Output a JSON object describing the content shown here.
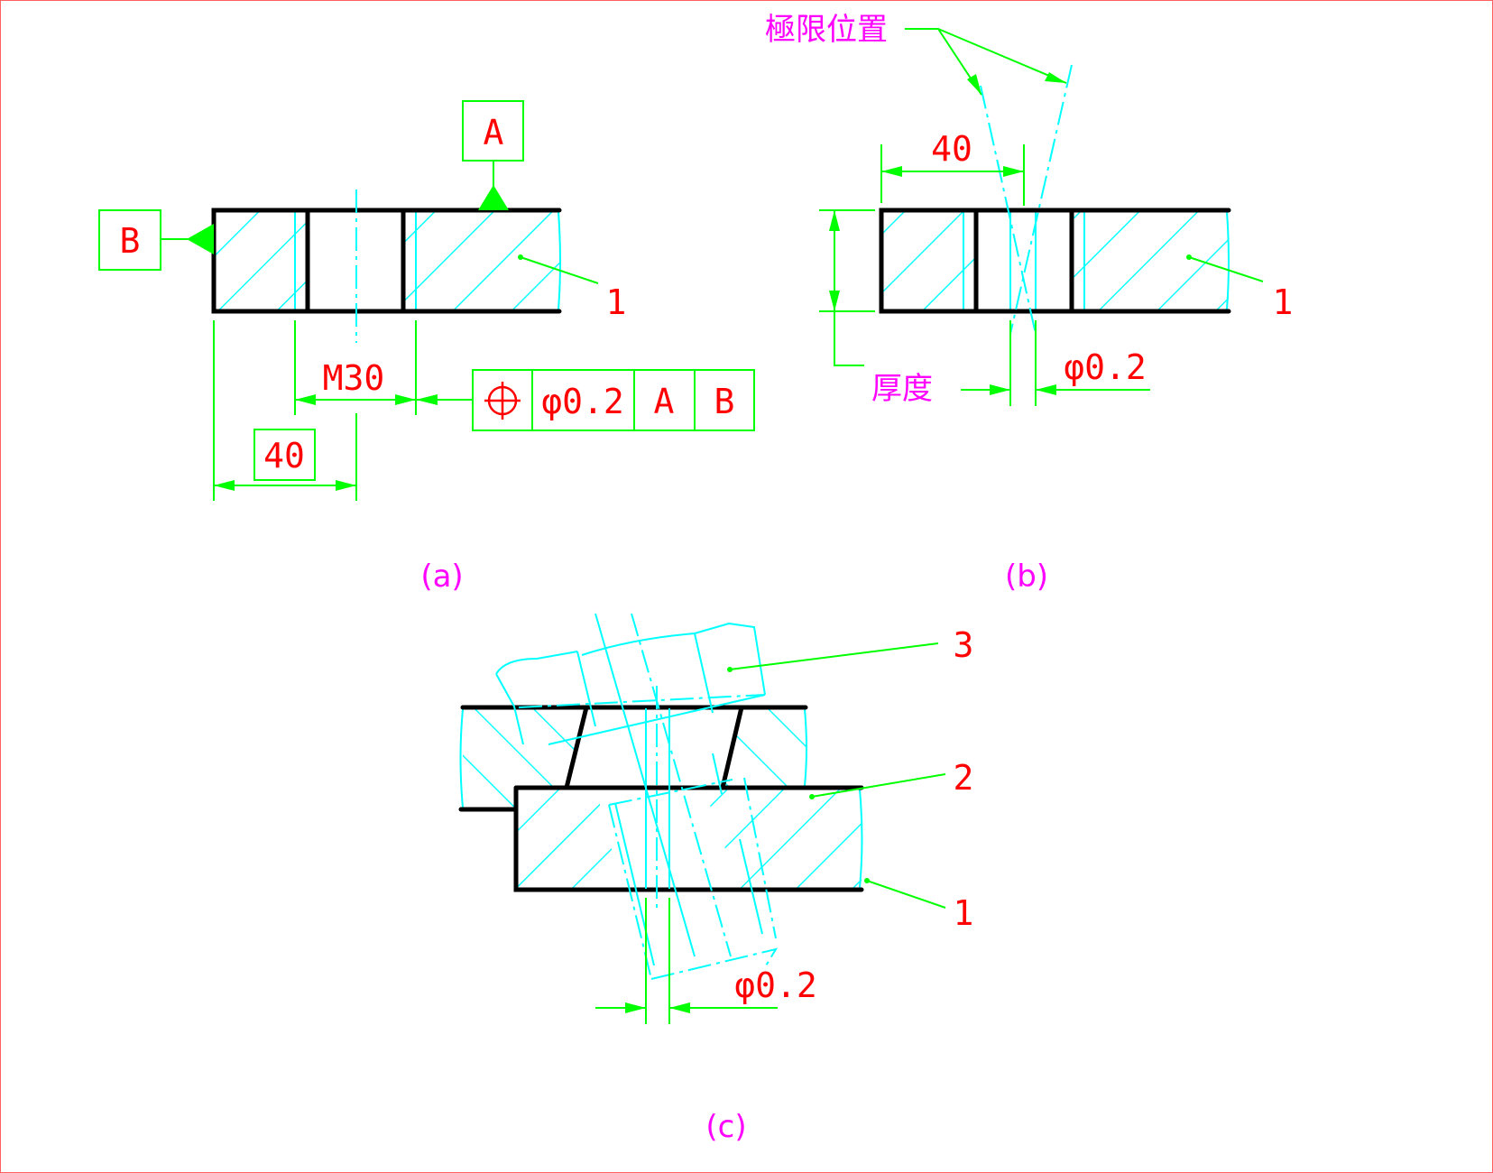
{
  "figure_a": {
    "caption": "(a)",
    "datum_a": "A",
    "datum_b": "B",
    "thread_label": "M30",
    "basic_dim": "40",
    "part_number": "1",
    "fcf": {
      "symbol": "position-icon",
      "tolerance": "φ0.2",
      "datum1": "A",
      "datum2": "B"
    }
  },
  "figure_b": {
    "caption": "(b)",
    "limit_label": "極限位置",
    "dim_40": "40",
    "thickness_label": "厚度",
    "tolerance": "φ0.2",
    "part_number": "1"
  },
  "figure_c": {
    "caption": "(c)",
    "tolerance": "φ0.2",
    "part_numbers": [
      "3",
      "2",
      "1"
    ]
  },
  "colors": {
    "dimension": "#00ff00",
    "text": "#ff0000",
    "hatch": "#00ffff",
    "caption": "#ff00ff",
    "outline": "#000000"
  }
}
